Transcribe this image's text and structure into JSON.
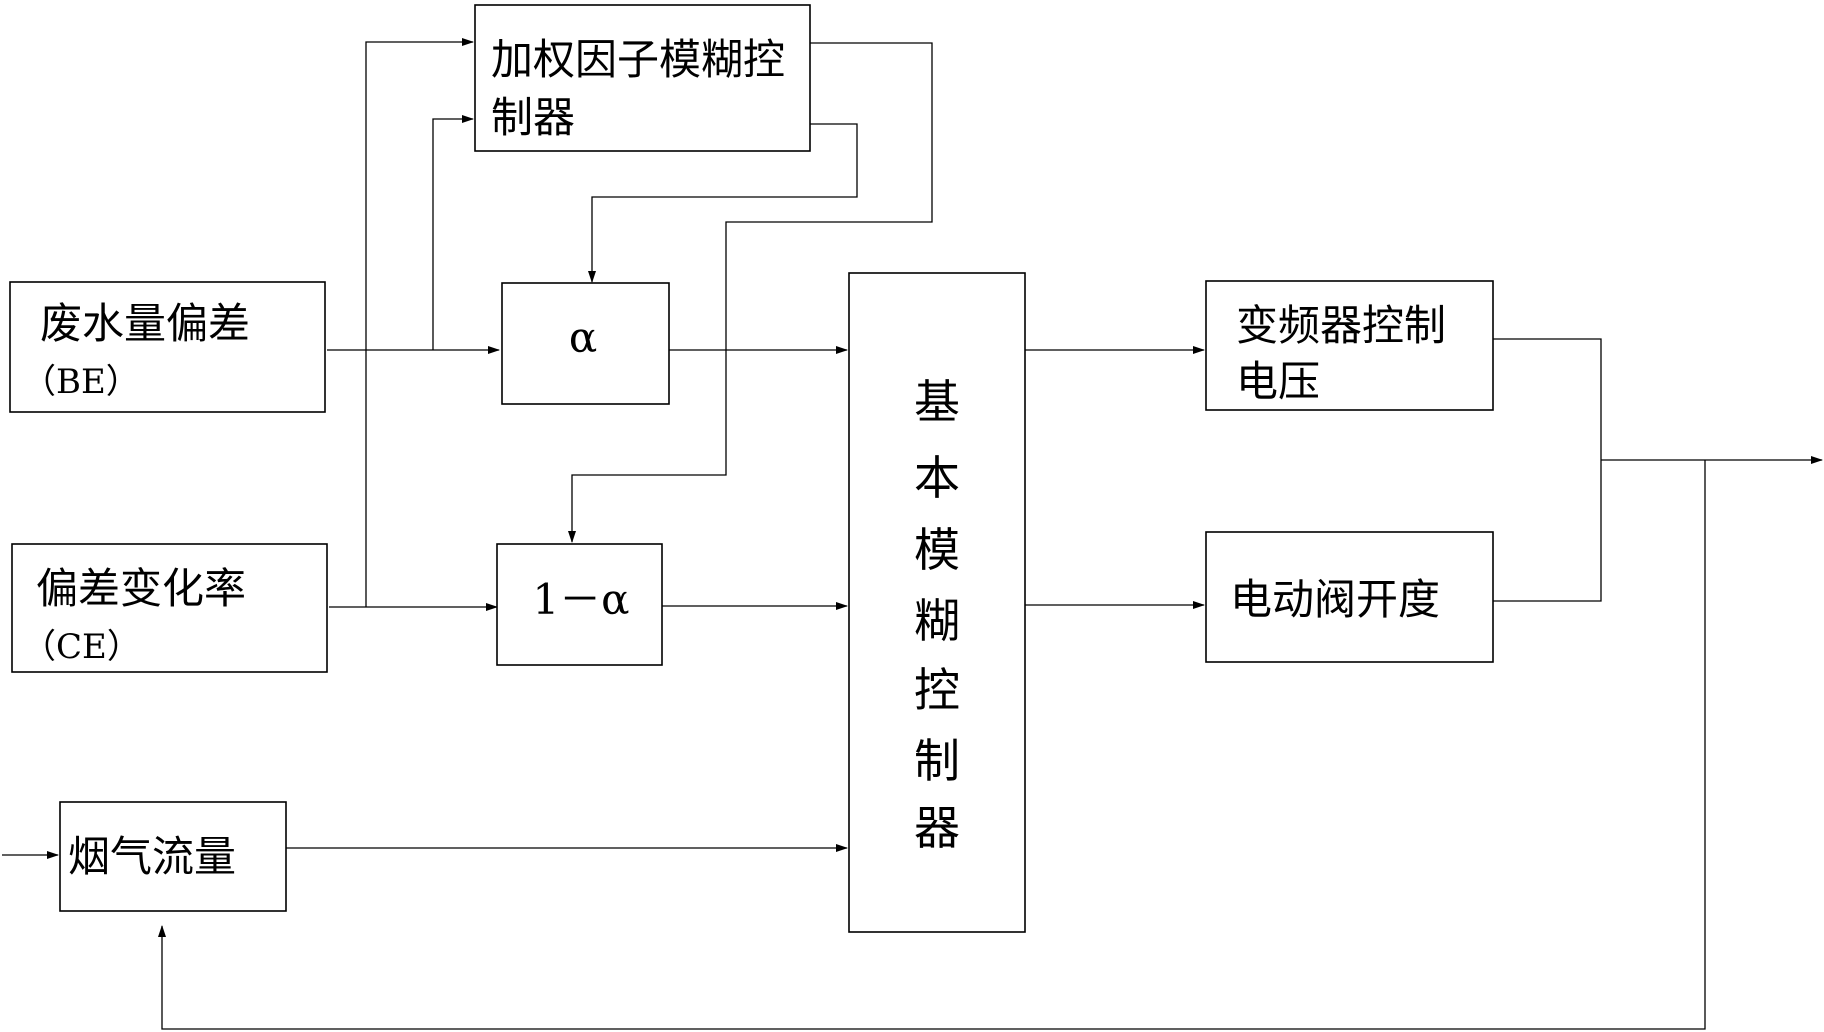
{
  "blocks": {
    "weighting_controller": {
      "line1": "加权因子模糊控",
      "line2": "制器"
    },
    "waste_water_deviation": {
      "line1": "废水量偏差",
      "line2": "（BE）"
    },
    "deviation_rate": {
      "line1": "偏差变化率",
      "line2": "（CE）"
    },
    "alpha": {
      "label": "α"
    },
    "one_minus_alpha": {
      "label": "1－α"
    },
    "basic_controller": {
      "chars": [
        "基",
        "本",
        "模",
        "糊",
        "控",
        "制",
        "器"
      ]
    },
    "inverter_voltage": {
      "line1": "变频器控制",
      "line2": "电压"
    },
    "valve_opening": {
      "label": "电动阀开度"
    },
    "flue_gas_flow": {
      "label": "烟气流量"
    }
  }
}
